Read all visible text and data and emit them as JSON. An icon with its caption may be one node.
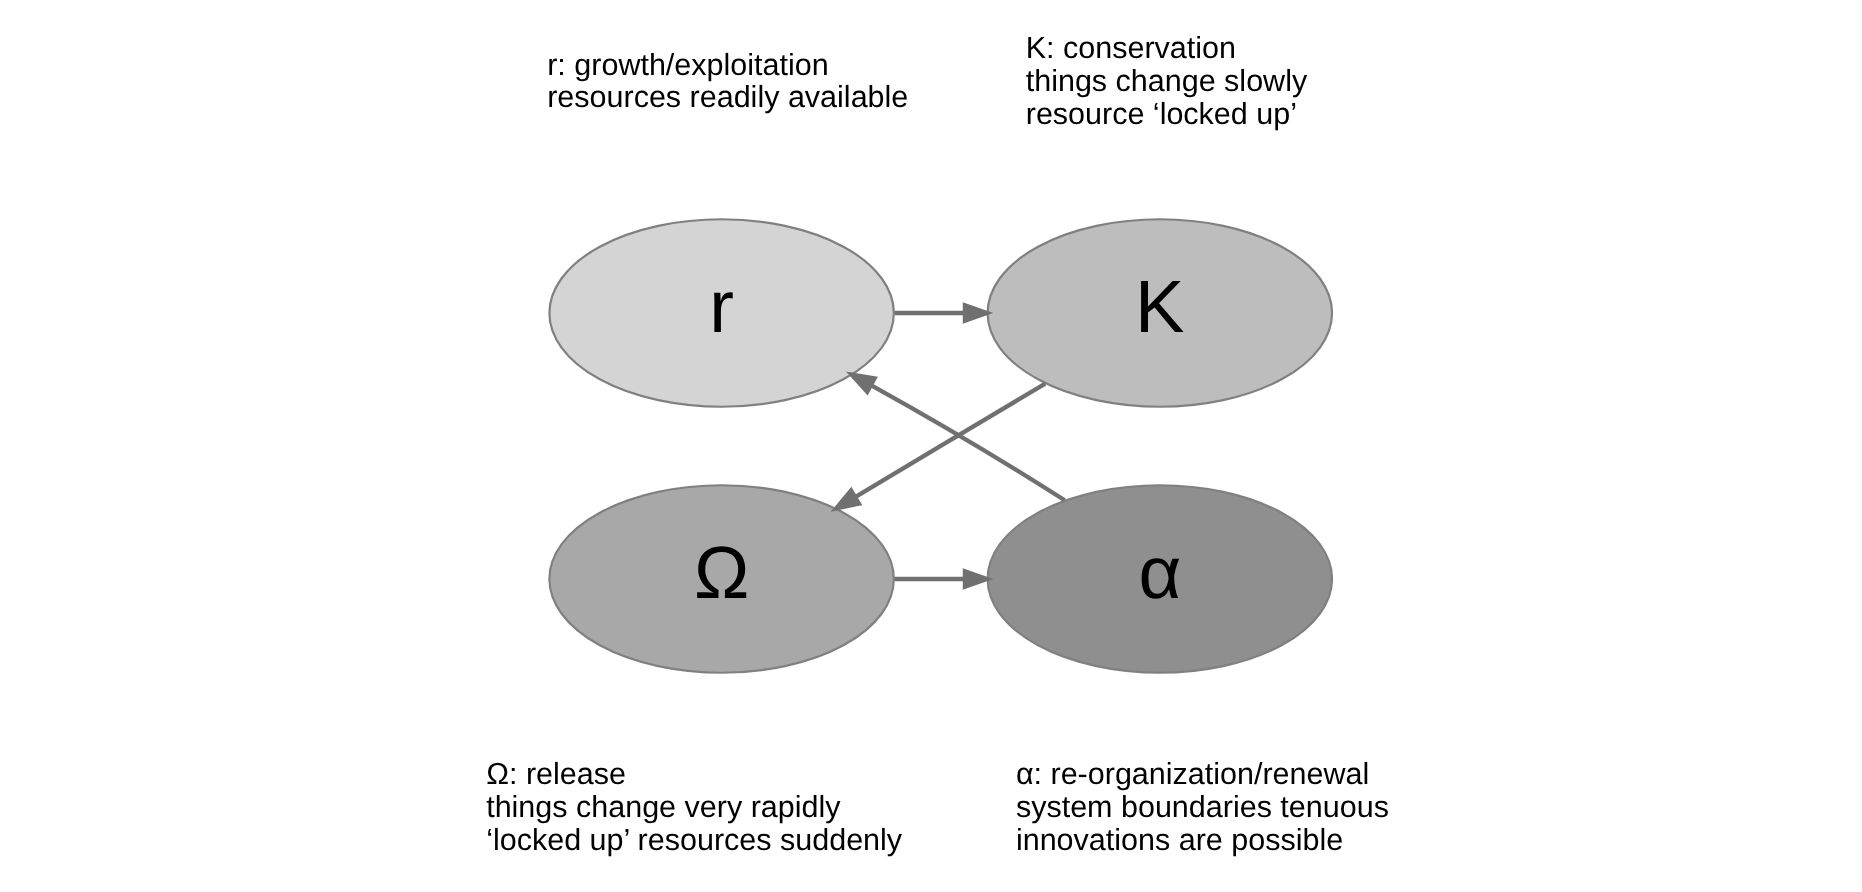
{
  "diagram": {
    "nodes": [
      {
        "text": [
          "r"
        ],
        "beside": [
          "r: growth/exploitation",
          "resources readily available"
        ]
      },
      {
        "text": [
          "K"
        ],
        "beside": [
          "K: conservation",
          "things change slowly",
          "resource ‘locked up’"
        ]
      },
      {
        "text": [
          "Ω"
        ],
        "beside": [
          "Ω: release",
          "things change very rapidly",
          "‘locked up’ resources suddenly"
        ]
      },
      {
        "text": [
          "α"
        ],
        "beside": [
          "α: re-organization/renewal",
          "system boundaries tenuous",
          "innovations are possible"
        ]
      }
    ],
    "edges": [
      {
        "from": 0,
        "to": 1,
        "arrow": "to"
      },
      {
        "from": 1,
        "to": 2,
        "arrow": "to"
      },
      {
        "from": 2,
        "to": 3,
        "arrow": "to"
      },
      {
        "from": 3,
        "to": 0,
        "arrow": "to"
      }
    ]
  }
}
